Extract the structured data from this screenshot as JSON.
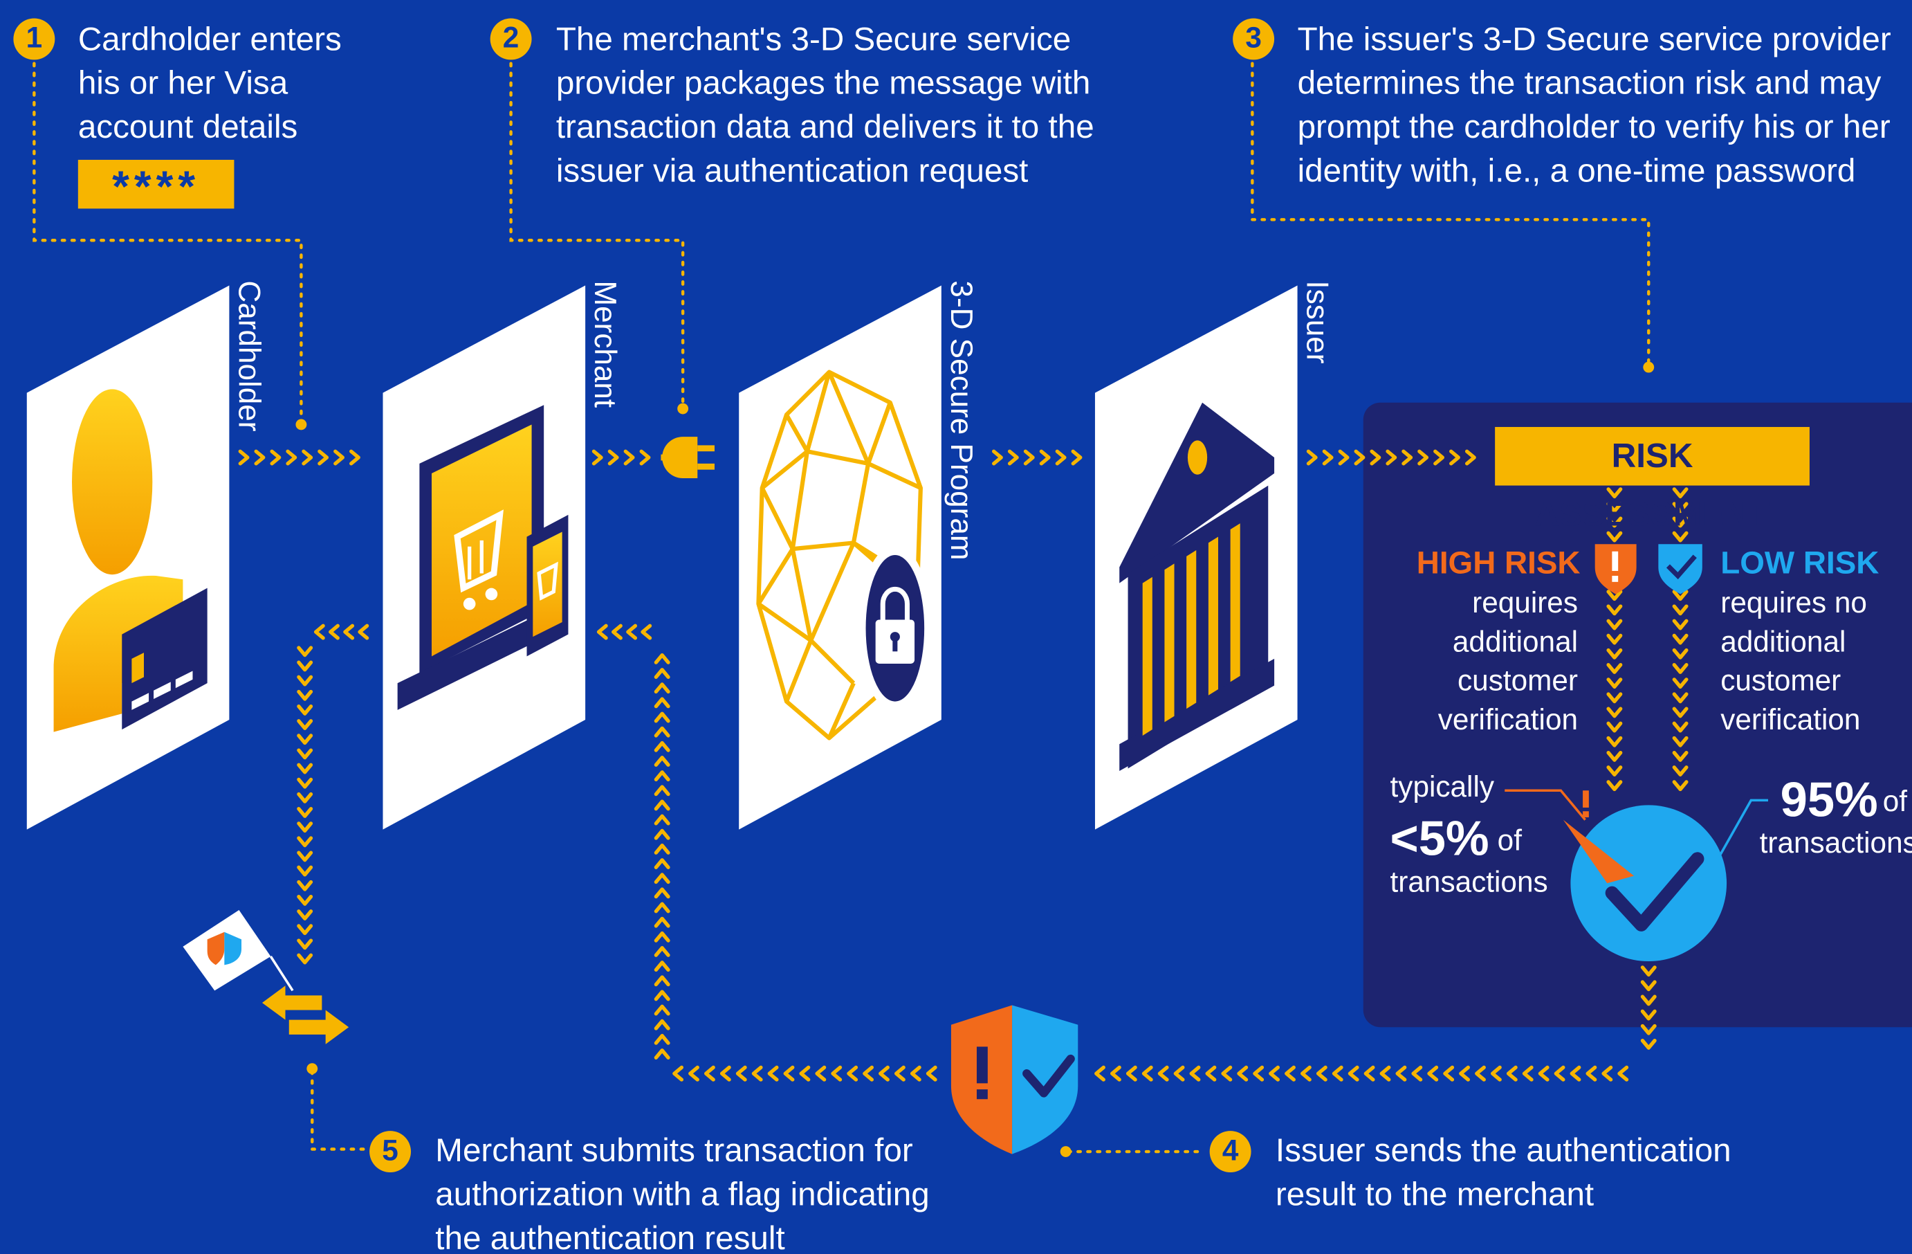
{
  "steps": [
    {
      "num": "1",
      "text": "Cardholder enters his or her Visa account details"
    },
    {
      "num": "2",
      "text": "The merchant's 3-D Secure service provider packages the message with transaction data and delivers it to the issuer via authentication request"
    },
    {
      "num": "3",
      "text": "The issuer's 3-D Secure service provider determines the transaction risk and may prompt the cardholder to verify his or her identity with, i.e., a one-time password"
    },
    {
      "num": "4",
      "text": "Issuer sends the authentication result to the merchant"
    },
    {
      "num": "5",
      "text": "Merchant submits transaction for authorization with a flag indicating the authentication result"
    }
  ],
  "pin_mask": "****",
  "panels": {
    "cardholder": "Cardholder",
    "merchant": "Merchant",
    "program": "3-D Secure Program",
    "issuer": "Issuer"
  },
  "risk": {
    "title": "RISK ASSESSMENT",
    "high": {
      "label": "HIGH RISK",
      "desc": "requires additional customer verification",
      "prefix": "typically",
      "pct": "<5%",
      "of": "of",
      "suffix": "transactions"
    },
    "low": {
      "label": "LOW RISK",
      "desc": "requires no additional customer verification",
      "pct": "95%",
      "of": "of",
      "suffix": "transactions"
    }
  },
  "colors": {
    "background": "#0b3aa6",
    "accent_yellow": "#f7b500",
    "high_risk_orange": "#f26a1b",
    "low_risk_blue": "#1fa8ef",
    "panel_navy": "#1d2470"
  },
  "icons": [
    "person-icon",
    "credit-card-icon",
    "laptop-cart-icon",
    "phone-cart-icon",
    "plug-icon",
    "network-globe-icon",
    "padlock-icon",
    "bank-icon",
    "warning-shield-icon",
    "check-shield-icon",
    "checkmark-circle-icon",
    "flag-icon",
    "exchange-arrows-icon"
  ]
}
